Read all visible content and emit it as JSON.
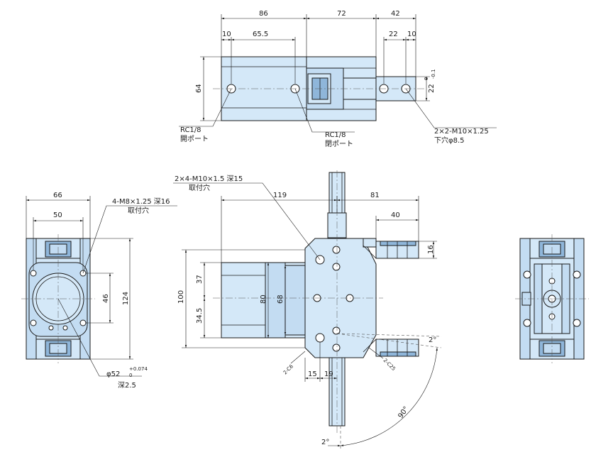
{
  "top_view": {
    "dims": {
      "d86": "86",
      "d72": "72",
      "d42": "42",
      "d10a": "10",
      "d65_5": "65.5",
      "d22": "22",
      "d10b": "10",
      "d64": "64",
      "d22_tol": "22",
      "tol_upper": "0",
      "tol_lower": "-0.1"
    },
    "notes": {
      "port_left_line1": "RC1/8",
      "port_left_line2": "開ポート",
      "port_right_line1": "RC1/8",
      "port_right_line2": "閉ポート",
      "thread_line1": "2×2-M10×1.25",
      "thread_line2": "下穴φ8.5"
    }
  },
  "left_view": {
    "dims": {
      "d66": "66",
      "d50": "50",
      "d46": "46",
      "d124": "124",
      "phi52": "φ52",
      "phi52_tol_upper": "+0.074",
      "phi52_tol_lower": "0",
      "depth": "深2.5"
    },
    "notes": {
      "mount_line1": "4-M8×1.25 深16",
      "mount_line2": "取付穴"
    }
  },
  "front_view": {
    "dims": {
      "d119": "119",
      "d81": "81",
      "d40": "40",
      "d16": "16",
      "d100": "100",
      "d37": "37",
      "d34_5": "34.5",
      "d80": "80",
      "d68": "68",
      "d15": "15",
      "d19": "19",
      "c6": "2-C6",
      "c25": "2-C25",
      "deg2_right": "2°",
      "deg90": "90°",
      "deg2_bottom": "2°"
    },
    "notes": {
      "mount_line1": "2×4-M10×1.5 深15",
      "mount_line2": "取付穴"
    }
  }
}
